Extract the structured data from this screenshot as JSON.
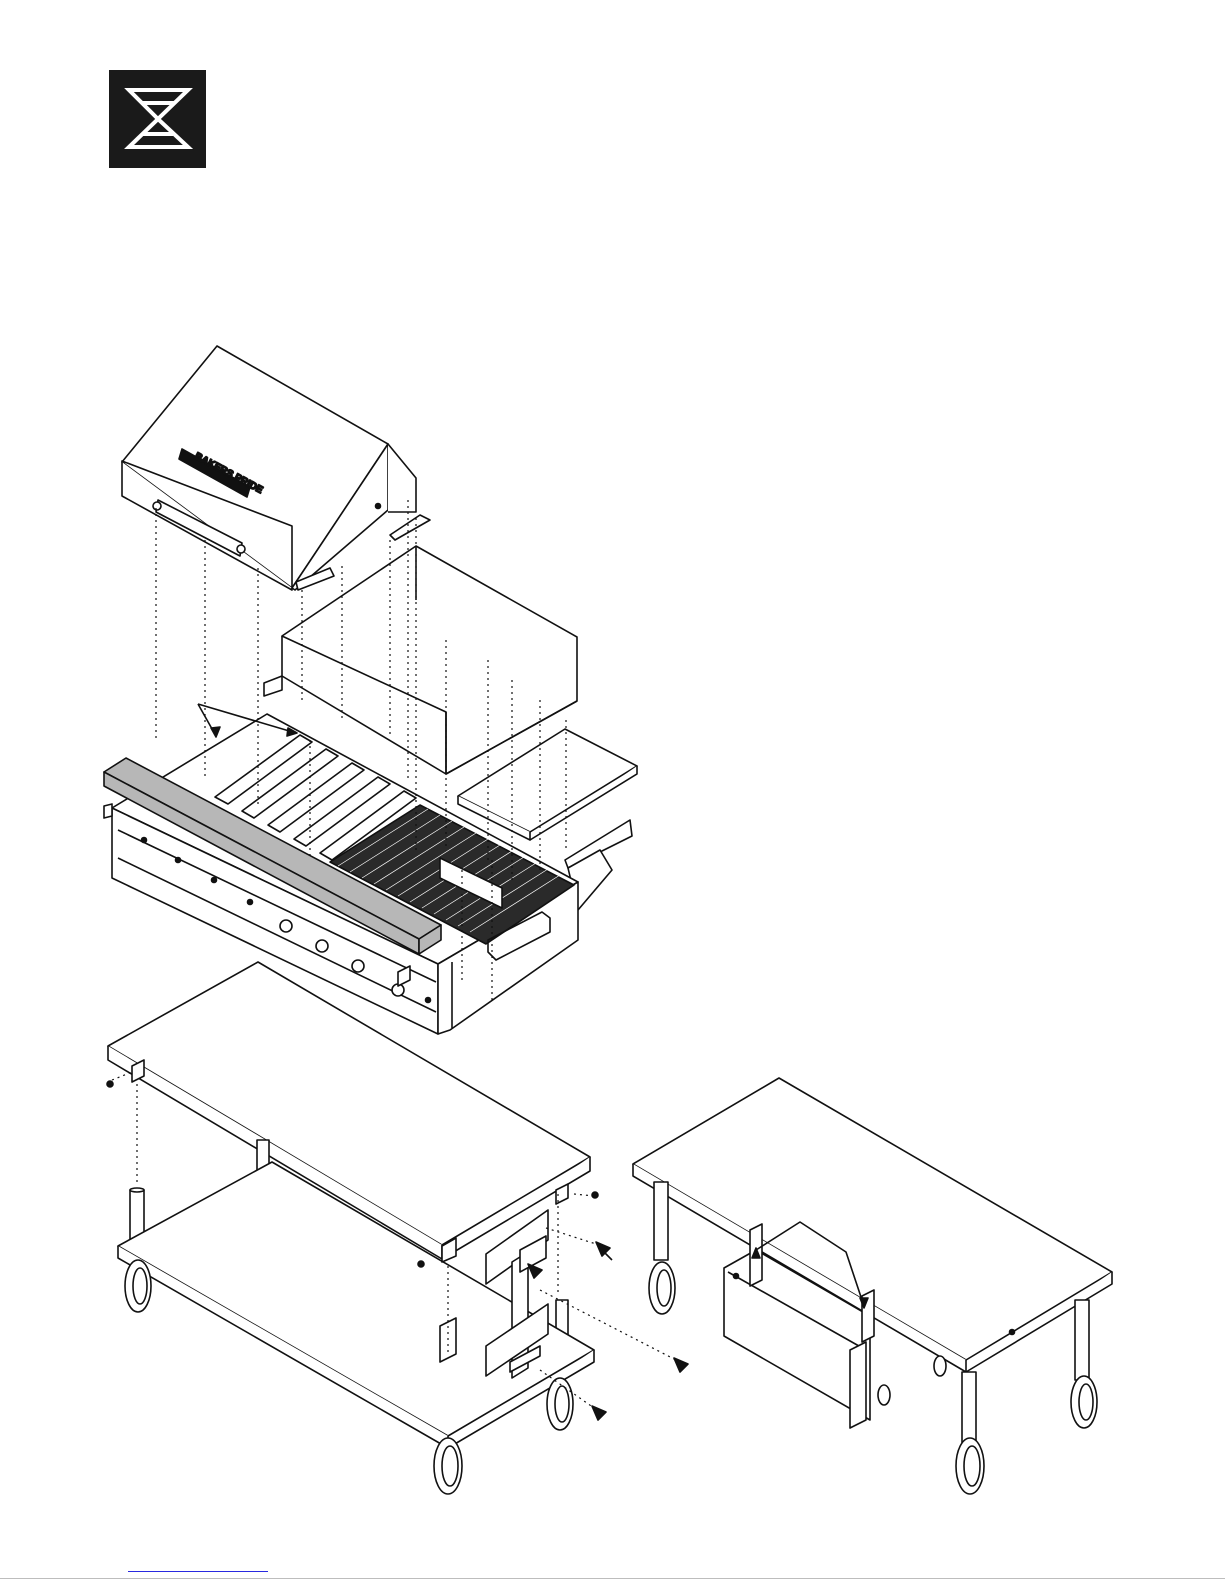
{
  "brand": {
    "logo_name": "bakers-pride-logo",
    "nameplate_text": "BAKERS PRIDE"
  },
  "colors": {
    "logo_bg": "#1a1a1a",
    "line": "#111111",
    "highlight_panel": "#b7b7b7",
    "link": "#2a2ae0"
  },
  "diagram": {
    "type": "exploded-assembly",
    "components": [
      "hood",
      "wind-guard",
      "side-shelf",
      "charbroiler",
      "front-cover-panel",
      "cart-stand-left",
      "cart-stand-right",
      "mounting-bracket"
    ]
  }
}
